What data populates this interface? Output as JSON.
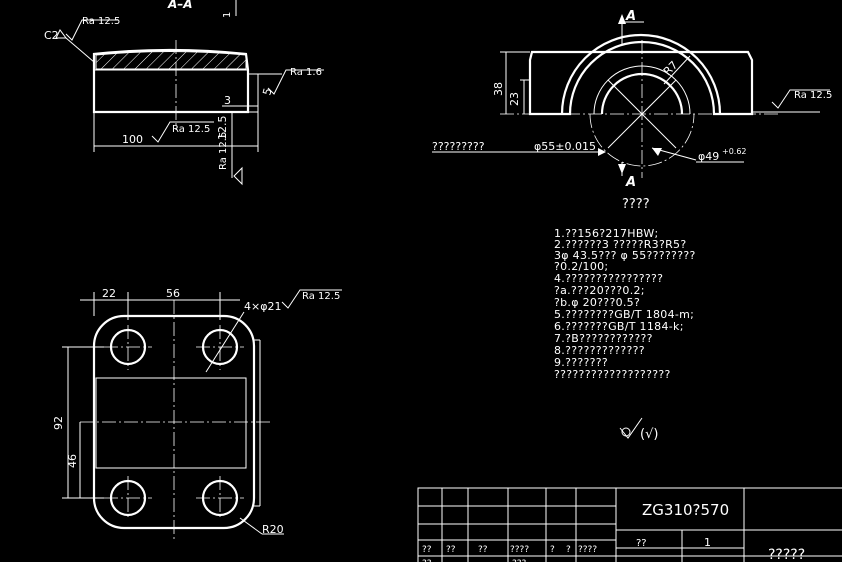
{
  "drawing": {
    "section_label": "A–A",
    "section_arrow_label_top": "A",
    "section_arrow_label_bottom": "A",
    "top_left_view": {
      "chamfer": "C2",
      "ra_top": "Ra 12.5",
      "ra_right": "Ra 1.6",
      "ra_bottom": "Ra 12.5",
      "ra_vertical": "Ra 12.5",
      "dim_3": "3",
      "dim_5": "5",
      "dim_100": "100",
      "dim_12_5": "12.5",
      "dim_1": "1"
    },
    "top_right_view": {
      "dim_38": "38",
      "dim_23": "23",
      "dim_r7": "R7",
      "ra_right": "Ra 12.5",
      "leader_text": "?????????",
      "dia_55": "φ55±0.015",
      "dia_49": "φ49",
      "dia_49_tol": "+0.62"
    },
    "bottom_view": {
      "dim_22": "22",
      "dim_56": "56",
      "holes": "4×φ21",
      "ra": "Ra 12.5",
      "dim_92": "92",
      "dim_46": "46",
      "radius": "R20"
    },
    "notes_title": "????",
    "notes": [
      "1.??156?217HBW;",
      "2.??????3   ?????R3?R5?",
      "3φ 43.5???  φ 55????????",
      "     ?0.2/100;",
      "4.????????????????",
      "?a.???20???0.2;",
      "?b.φ 20???0.5?",
      "5.????????GB/T  1804-m;",
      "6.???????GB/T  1184-k;",
      "7.?B????????????",
      "8.?????????????",
      "9.???????",
      "???????????????????"
    ],
    "surface_symbol": "(√)",
    "title_block": {
      "material": "ZG310?570",
      "name": "?????",
      "scale": "1",
      "header_cells": [
        "??",
        "??",
        "??",
        "????",
        "?",
        "?",
        "????"
      ],
      "qty_label": "??",
      "bottom_cell_a": "??",
      "bottom_cell_b": "???"
    }
  }
}
